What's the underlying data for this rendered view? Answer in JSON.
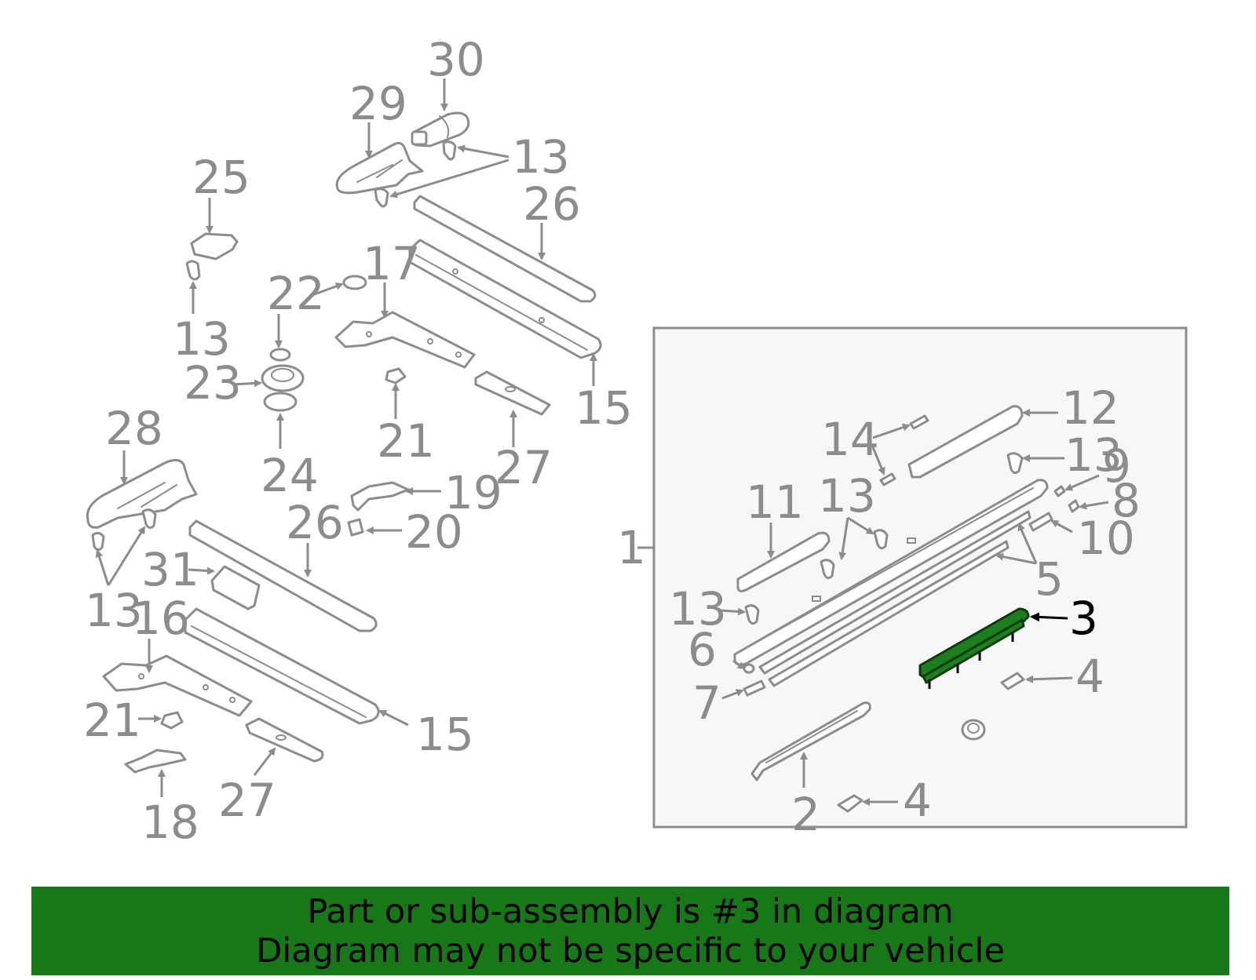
{
  "diagram": {
    "highlight_color": "#1e7d1e",
    "highlight_part": "3",
    "callouts": {
      "c30": "30",
      "c29": "29",
      "c13a": "13",
      "c26a": "26",
      "c25": "25",
      "c13b": "13",
      "c22": "22",
      "c17": "17",
      "c23": "23",
      "c24": "24",
      "c21a": "21",
      "c15a": "15",
      "c27a": "27",
      "c28": "28",
      "c19": "19",
      "c20": "20",
      "c26b": "26",
      "c31": "31",
      "c13c": "13",
      "c16": "16",
      "c21b": "21",
      "c15b": "15",
      "c18": "18",
      "c27b": "27",
      "c1": "1",
      "c14": "14",
      "c12": "12",
      "c13d": "13",
      "c9": "9",
      "c8": "8",
      "c11": "11",
      "c13e": "13",
      "c10": "10",
      "c5": "5",
      "c13f": "13",
      "c3": "3",
      "c6": "6",
      "c4a": "4",
      "c7": "7",
      "c2": "2",
      "c4b": "4"
    }
  },
  "banner": {
    "background": "#167816",
    "line1": "Part or sub-assembly is #3 in diagram",
    "line2": "Diagram may not be specific to your vehicle"
  }
}
